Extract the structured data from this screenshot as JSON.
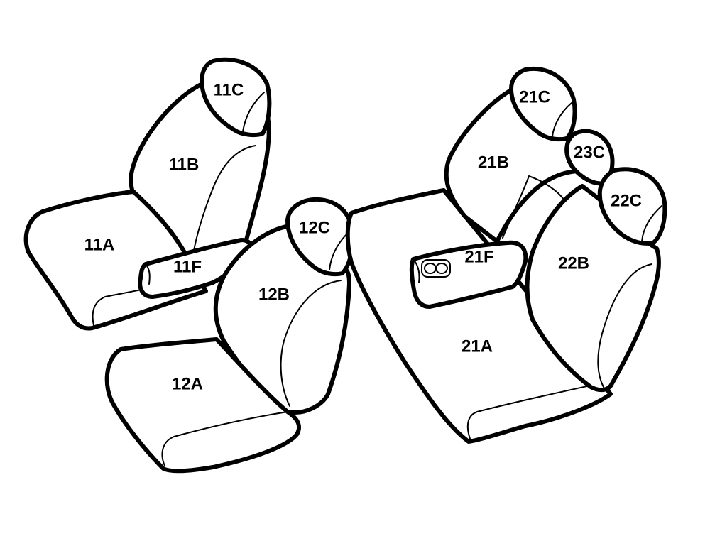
{
  "colors": {
    "stroke": "#000000",
    "background": "#ffffff"
  },
  "seat_parts": [
    {
      "id": "11C",
      "label": "11C"
    },
    {
      "id": "11B",
      "label": "11B"
    },
    {
      "id": "11A",
      "label": "11A"
    },
    {
      "id": "11F",
      "label": "11F"
    },
    {
      "id": "12C",
      "label": "12C"
    },
    {
      "id": "12B",
      "label": "12B"
    },
    {
      "id": "12A",
      "label": "12A"
    },
    {
      "id": "21C",
      "label": "21C"
    },
    {
      "id": "23C",
      "label": "23C"
    },
    {
      "id": "22C",
      "label": "22C"
    },
    {
      "id": "21B",
      "label": "21B"
    },
    {
      "id": "22B",
      "label": "22B"
    },
    {
      "id": "21F",
      "label": "21F"
    },
    {
      "id": "21A",
      "label": "21A"
    }
  ]
}
